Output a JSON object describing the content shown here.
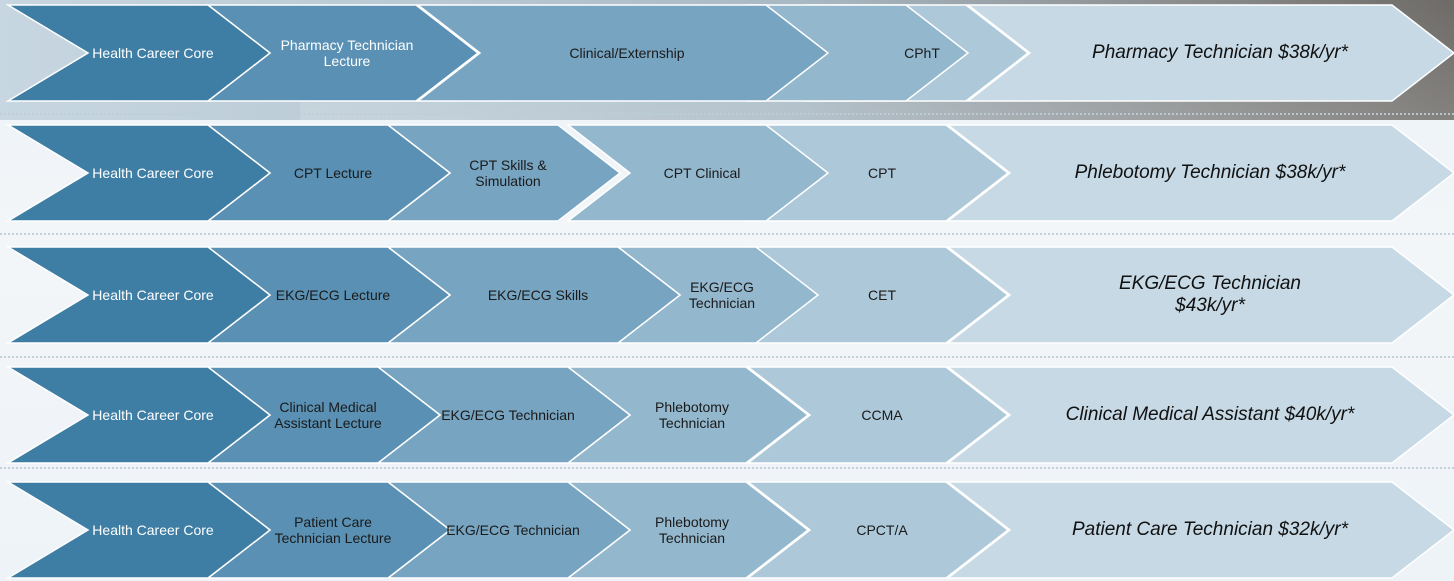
{
  "colors": {
    "step1": "#3e7ea4",
    "step2": "#5990b3",
    "step3": "#77a4c1",
    "step4": "#93b7cd",
    "step5": "#adc8d9",
    "outcome": "#c6d9e5",
    "outline": "#ffffff"
  },
  "pathways": [
    {
      "steps": [
        "Health Career Core",
        "Pharmacy Technician\nLecture",
        "Clinical/Externship",
        "",
        "CPhT"
      ],
      "outcome": "Pharmacy Technician $38k/yr*"
    },
    {
      "steps": [
        "Health Career Core",
        "CPT Lecture",
        "CPT Skills &\nSimulation",
        "CPT Clinical",
        "CPT"
      ],
      "outcome": "Phlebotomy Technician $38k/yr*"
    },
    {
      "steps": [
        "Health Career Core",
        "EKG/ECG Lecture",
        "EKG/ECG Skills",
        "EKG/ECG\nTechnician",
        "CET"
      ],
      "outcome": "EKG/ECG Technician\n$43k/yr*"
    },
    {
      "steps": [
        "Health Career Core",
        "Clinical Medical\nAssistant Lecture",
        "EKG/ECG Technician",
        "Phlebotomy\nTechnician",
        "CCMA"
      ],
      "outcome": "Clinical Medical Assistant  $40k/yr*"
    },
    {
      "steps": [
        "Health Career Core",
        "Patient Care\nTechnician Lecture",
        "EKG/ECG Technician",
        "Phlebotomy\nTechnician",
        "CPCT/A"
      ],
      "outcome": "Patient Care Technician $32k/yr*"
    }
  ]
}
